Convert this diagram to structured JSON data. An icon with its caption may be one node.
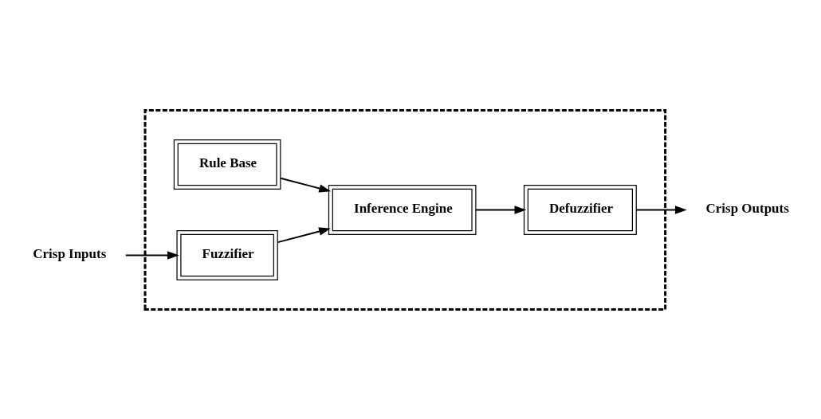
{
  "diagram": {
    "nodes": [
      {
        "text": [],
        "shape": "box"
      },
      {
        "text": [
          "Rule Base"
        ],
        "in": 0
      },
      {
        "text": [
          "Fuzzifier"
        ],
        "in": 0
      },
      {
        "text": [
          "Defuzzifier"
        ],
        "in": 0
      },
      {
        "text": [
          "Inference Engine"
        ],
        "in": 0
      },
      {
        "text": [
          "Crisp Inputs"
        ]
      },
      {
        "text": [
          "Crisp Outputs"
        ]
      }
    ],
    "edges": [
      {
        "from": 5,
        "to": 2,
        "arrow": "to"
      },
      {
        "from": 2,
        "to": 4,
        "arrow": "to"
      },
      {
        "from": 1,
        "to": 4,
        "arrow": "to"
      },
      {
        "from": 4,
        "to": 3,
        "arrow": "to"
      },
      {
        "from": 3,
        "to": 6,
        "arrow": "to"
      }
    ]
  }
}
